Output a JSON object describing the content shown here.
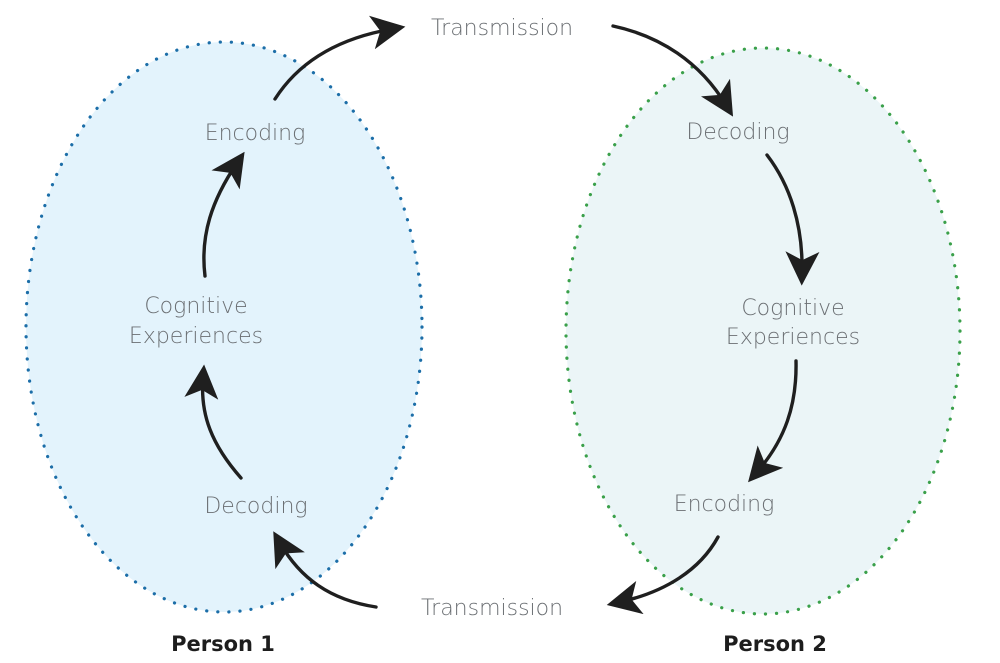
{
  "diagram": {
    "type": "communication-cycle",
    "colors": {
      "person1_fill": "#e3f3fc",
      "person1_border": "#1c6ea8",
      "person2_fill": "#ebf5f7",
      "person2_border": "#3aa04a",
      "arrow": "#1f1f1f",
      "text": "#6b6f73",
      "person_label": "#1d1d1d"
    },
    "person1": {
      "label": "Person 1",
      "nodes": {
        "encoding": "Encoding",
        "cognitive_line1": "Cognitive",
        "cognitive_line2": "Experiences",
        "decoding": "Decoding"
      }
    },
    "person2": {
      "label": "Person 2",
      "nodes": {
        "decoding": "Decoding",
        "cognitive_line1": "Cognitive",
        "cognitive_line2": "Experiences",
        "encoding": "Encoding"
      }
    },
    "transmission_top": "Transmission",
    "transmission_bottom": "Transmission",
    "edges": [
      {
        "from": "person1.decoding",
        "to": "person1.cognitive"
      },
      {
        "from": "person1.cognitive",
        "to": "person1.encoding"
      },
      {
        "from": "person1.encoding",
        "to": "transmission_top"
      },
      {
        "from": "transmission_top",
        "to": "person2.decoding"
      },
      {
        "from": "person2.decoding",
        "to": "person2.cognitive"
      },
      {
        "from": "person2.cognitive",
        "to": "person2.encoding"
      },
      {
        "from": "person2.encoding",
        "to": "transmission_bottom"
      },
      {
        "from": "transmission_bottom",
        "to": "person1.decoding"
      }
    ]
  }
}
